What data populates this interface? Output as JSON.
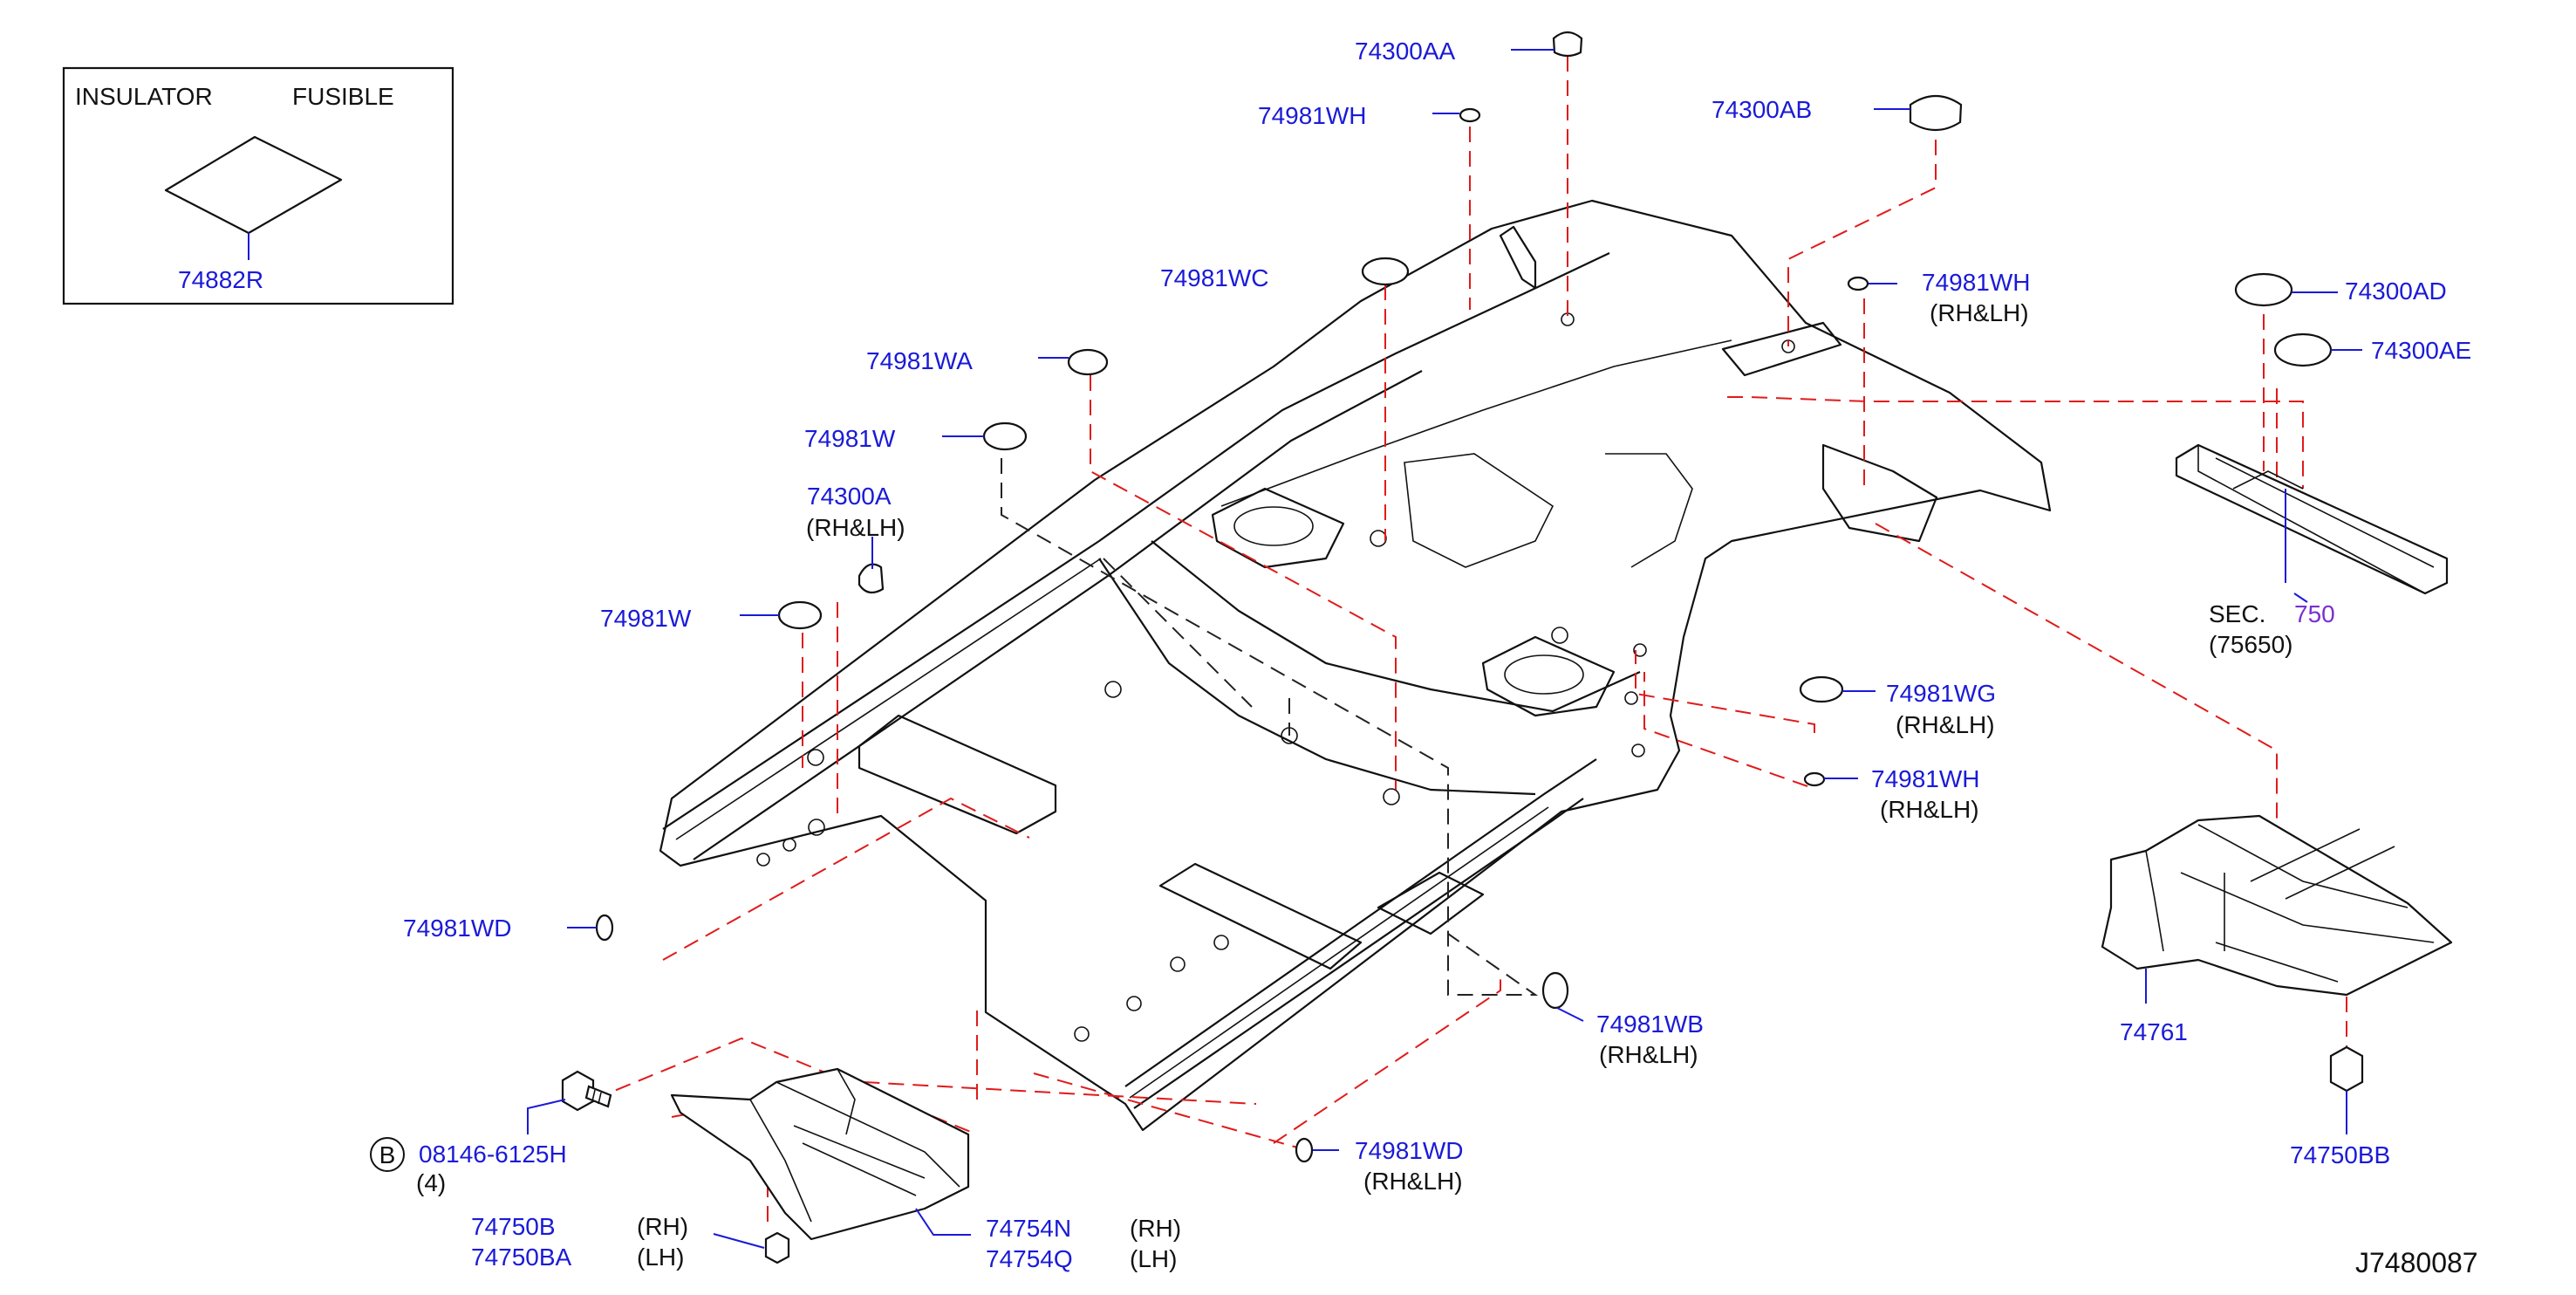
{
  "inset": {
    "insulator": "INSULATOR",
    "fusible": "FUSIBLE",
    "part_no": "74882R"
  },
  "labels": {
    "p74300AA": "74300AA",
    "p74981WH_top": "74981WH",
    "p74300AB": "74300AB",
    "p74981WC": "74981WC",
    "p74981WH_right": "74981WH",
    "p74981WH_right_note": "(RH&LH)",
    "p74300AD": "74300AD",
    "p74300AE": "74300AE",
    "p74981WA": "74981WA",
    "p74981W_upper": "74981W",
    "p74300A": "74300A",
    "p74300A_note": "(RH&LH)",
    "p74981W_lower": "74981W",
    "sec_prefix": "SEC.",
    "sec_number": "750",
    "sec_ref": "(75650)",
    "p74981WG": "74981WG",
    "p74981WG_note": "(RH&LH)",
    "p74981WH_mid": "74981WH",
    "p74981WH_mid_note": "(RH&LH)",
    "p74981WD_left": "74981WD",
    "p74981WB": "74981WB",
    "p74981WB_note": "(RH&LH)",
    "p74761": "74761",
    "bolt_symbol": "B",
    "bolt_part": "08146-6125H",
    "bolt_qty": "(4)",
    "p74981WD_bottom": "74981WD",
    "p74981WD_bottom_note": "(RH&LH)",
    "p74750BB": "74750BB",
    "p74750B": "74750B",
    "p74750B_side": "(RH)",
    "p74750BA": "74750BA",
    "p74750BA_side": "(LH)",
    "p74754N": "74754N",
    "p74754N_side": "(RH)",
    "p74754Q": "74754Q",
    "p74754Q_side": "(LH)",
    "diagram_id": "J7480087"
  },
  "colors": {
    "part_number": "#1a1ad8",
    "callout_line": "#e01b1b",
    "section_ref": "#7a2fd0",
    "outline": "#111111"
  }
}
